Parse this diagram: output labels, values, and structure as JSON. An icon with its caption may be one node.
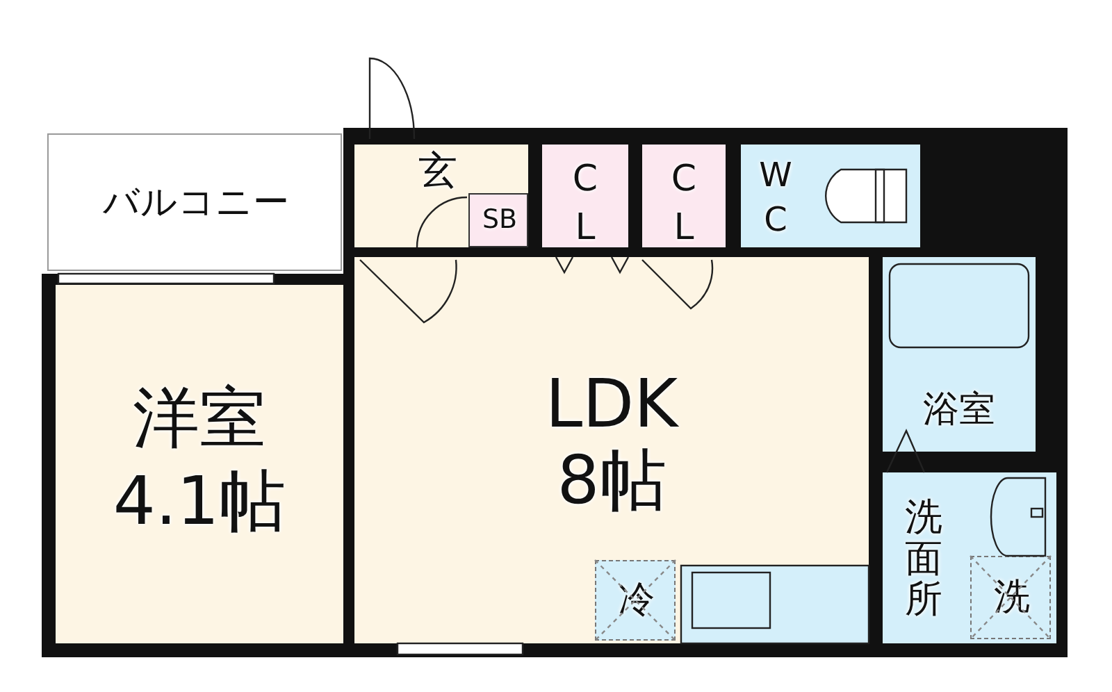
{
  "diagram": {
    "nodes": [
      {
        "text": [
          "バルコニー"
        ]
      },
      {
        "text": [
          "玄"
        ]
      },
      {
        "text": [
          "SB"
        ],
        "in": 1
      },
      {
        "text": [
          "C L"
        ]
      },
      {
        "text": [
          "C L"
        ]
      },
      {
        "text": [
          "W C"
        ]
      },
      {
        "text": [
          "洋室",
          "4.1帖"
        ]
      },
      {
        "text": [
          "LDK",
          "8帖"
        ]
      },
      {
        "text": [
          "浴室"
        ]
      },
      {
        "text": [
          "洗面所"
        ]
      },
      {
        "text": [
          "冷"
        ],
        "in": 7
      },
      {
        "text": [
          "洗"
        ],
        "in": 9
      }
    ]
  }
}
